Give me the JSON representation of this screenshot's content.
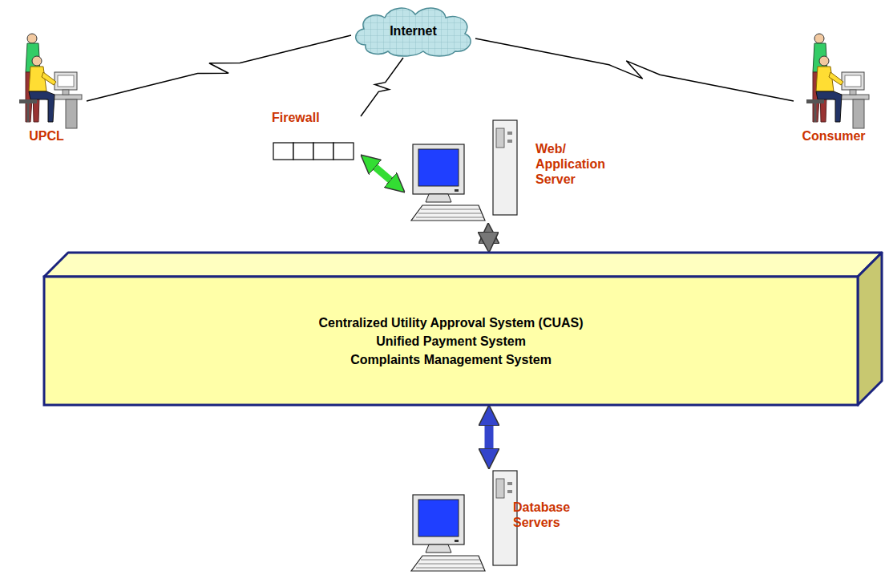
{
  "diagram": {
    "nodes": [
      {
        "text": [
          "UPCL"
        ]
      },
      {
        "text": [
          "Internet"
        ]
      },
      {
        "text": [
          "Consumer"
        ]
      },
      {
        "text": [
          "Firewall"
        ]
      },
      {
        "text": [
          "Web/ Application Server"
        ]
      },
      {
        "text": [
          "Centralized Utility Approval System (CUAS)",
          "Unified Payment System",
          "Complaints Management System"
        ]
      },
      {
        "text": [
          "Database Servers"
        ]
      }
    ],
    "edges": [
      {
        "from": 0,
        "to": 1,
        "arrow": "none"
      },
      {
        "from": 1,
        "to": 2,
        "arrow": "none"
      },
      {
        "from": 1,
        "to": 3,
        "arrow": "none"
      },
      {
        "from": 3,
        "to": 4,
        "arrow": "both"
      },
      {
        "from": 4,
        "to": 5,
        "arrow": "both"
      },
      {
        "from": 5,
        "to": 6,
        "arrow": "both"
      }
    ]
  }
}
